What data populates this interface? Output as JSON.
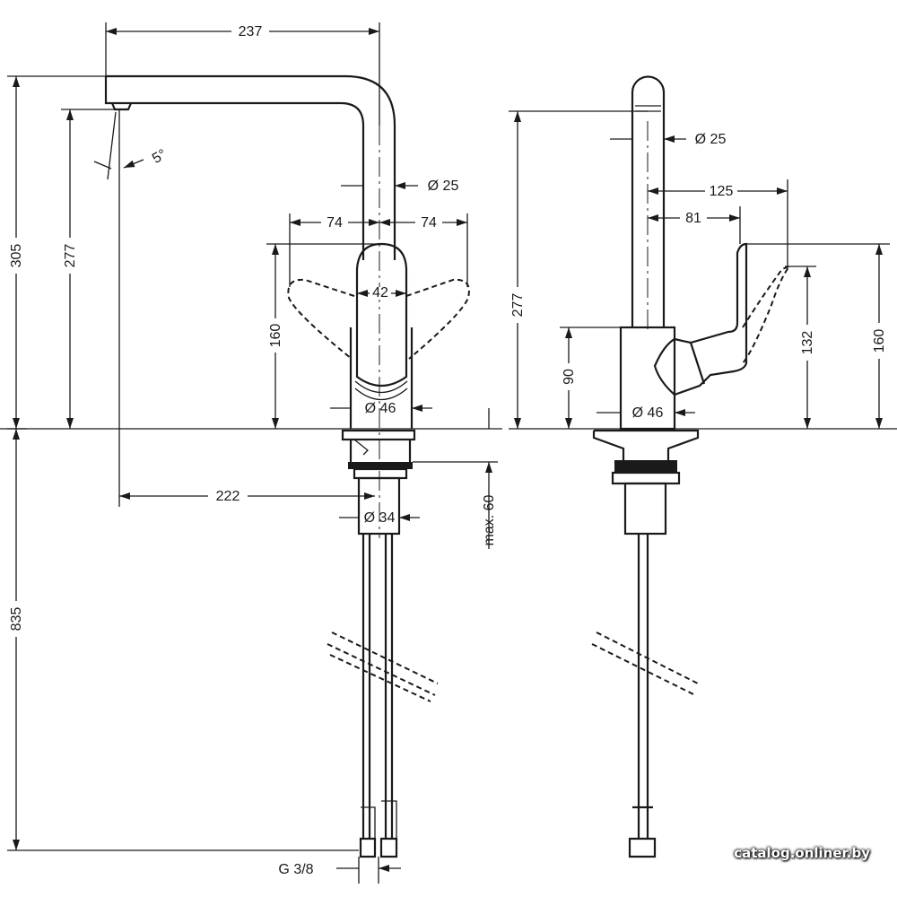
{
  "front_view": {
    "top_width": "237",
    "total_height": "305",
    "outlet_height": "277",
    "spray_angle": "5°",
    "spout_diameter": "Ø  25",
    "lever_swing_left": "74",
    "lever_swing_right": "74",
    "lever_width": "42",
    "lever_height": "160",
    "body_diameter": "Ø 46",
    "reach": "222",
    "shank_diameter": "Ø 34",
    "max_counter_thickness": "max. 60",
    "hose_length": "835",
    "connection_thread": "G 3/8"
  },
  "side_view": {
    "outlet_height": "277",
    "spout_diameter": "Ø  25",
    "lever_reach_open": "125",
    "lever_reach_closed": "81",
    "body_height": "90",
    "body_diameter": "Ø   46",
    "lever_height_open": "132",
    "lever_height_closed": "160"
  },
  "watermark": "catalog.onliner.by"
}
